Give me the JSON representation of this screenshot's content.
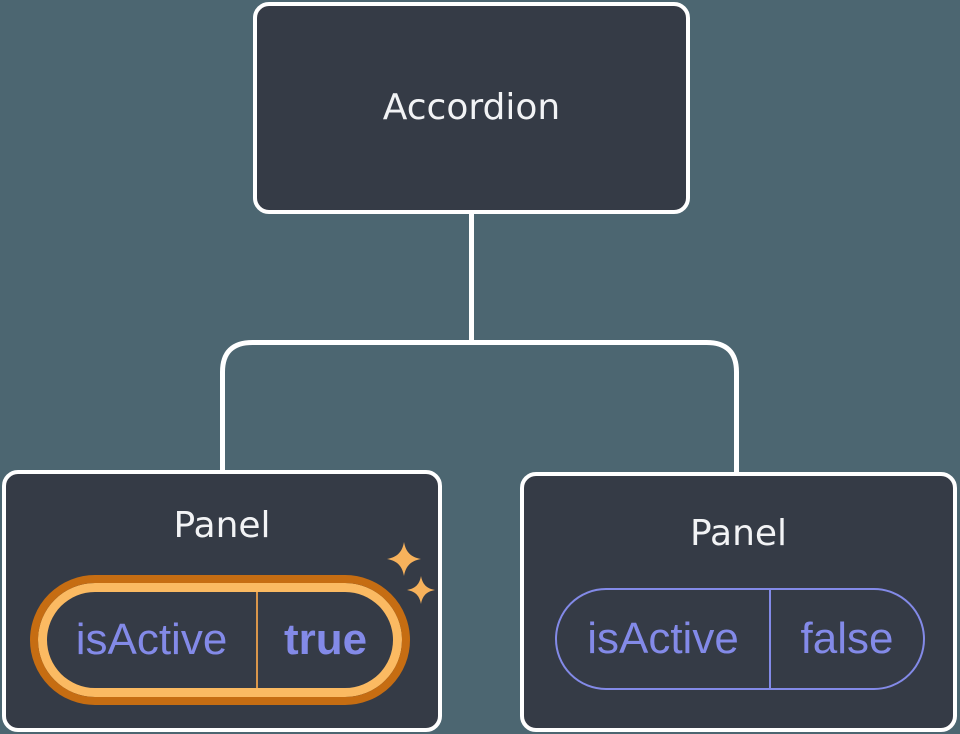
{
  "colors": {
    "bg": "#4C6671",
    "node-bg": "#353B46",
    "node-border": "#FFFFFF",
    "connector": "#FFFFFF",
    "title": "#F2F3F5",
    "purple": "#838AE8",
    "orange-dark": "#C66D12",
    "orange-light": "#FBBA62",
    "orange-divider": "#D9964B",
    "sparkle": "#F7B25C"
  },
  "diagram": {
    "root": {
      "label": "Accordion"
    },
    "panels": [
      {
        "label": "Panel",
        "prop": {
          "name": "isActive",
          "value": "true"
        },
        "highlighted": true
      },
      {
        "label": "Panel",
        "prop": {
          "name": "isActive",
          "value": "false"
        },
        "highlighted": false
      }
    ]
  }
}
